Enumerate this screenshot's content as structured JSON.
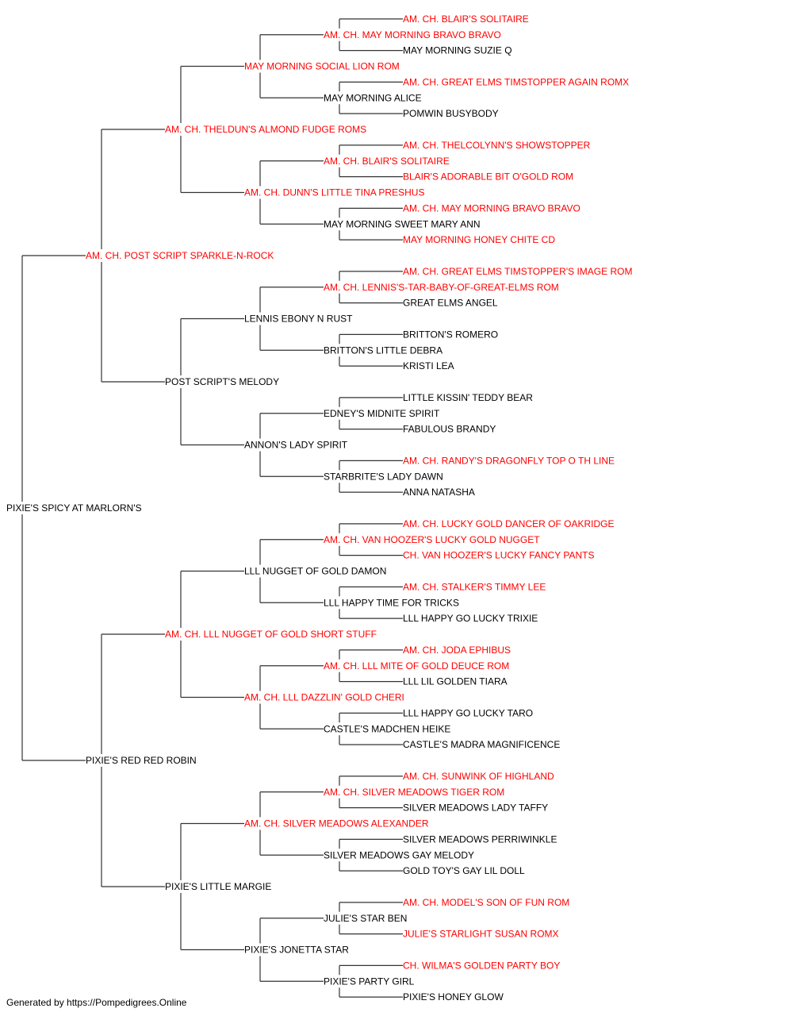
{
  "colors": {
    "champion": "#ff0000",
    "normal": "#000000",
    "line": "#333333"
  },
  "footer": "Generated by https://Pompedigrees.Online",
  "pedigree": {
    "name": "PIXIE'S SPICY AT MARLORN'S",
    "champ": false,
    "sire": {
      "name": "AM. CH. POST SCRIPT SPARKLE-N-ROCK",
      "champ": true,
      "sire": {
        "name": "AM. CH. THELDUN'S ALMOND FUDGE ROMS",
        "champ": true,
        "sire": {
          "name": "MAY MORNING SOCIAL LION ROM",
          "champ": true,
          "sire": {
            "name": "AM. CH. MAY MORNING BRAVO BRAVO",
            "champ": true,
            "sire": {
              "name": "AM. CH. BLAIR'S SOLITAIRE",
              "champ": true
            },
            "dam": {
              "name": "MAY MORNING SUZIE Q",
              "champ": false
            }
          },
          "dam": {
            "name": "MAY MORNING ALICE",
            "champ": false,
            "sire": {
              "name": "AM. CH. GREAT ELMS TIMSTOPPER AGAIN ROMX",
              "champ": true
            },
            "dam": {
              "name": "POMWIN BUSYBODY",
              "champ": false
            }
          }
        },
        "dam": {
          "name": "AM. CH. DUNN'S LITTLE TINA PRESHUS",
          "champ": true,
          "sire": {
            "name": "AM. CH. BLAIR'S SOLITAIRE",
            "champ": true,
            "sire": {
              "name": "AM. CH. THELCOLYNN'S SHOWSTOPPER",
              "champ": true
            },
            "dam": {
              "name": "BLAIR'S ADORABLE BIT O'GOLD ROM",
              "champ": true
            }
          },
          "dam": {
            "name": "MAY MORNING SWEET MARY ANN",
            "champ": false,
            "sire": {
              "name": "AM. CH. MAY MORNING BRAVO BRAVO",
              "champ": true
            },
            "dam": {
              "name": "MAY MORNING HONEY CHITE CD",
              "champ": true
            }
          }
        }
      },
      "dam": {
        "name": "POST SCRIPT'S MELODY",
        "champ": false,
        "sire": {
          "name": "LENNIS EBONY N RUST",
          "champ": false,
          "sire": {
            "name": "AM. CH. LENNIS'S-TAR-BABY-OF-GREAT-ELMS ROM",
            "champ": true,
            "sire": {
              "name": "AM. CH. GREAT ELMS TIMSTOPPER'S IMAGE ROM",
              "champ": true
            },
            "dam": {
              "name": "GREAT ELMS ANGEL",
              "champ": false
            }
          },
          "dam": {
            "name": "BRITTON'S LITTLE DEBRA",
            "champ": false,
            "sire": {
              "name": "BRITTON'S ROMERO",
              "champ": false
            },
            "dam": {
              "name": "KRISTI LEA",
              "champ": false
            }
          }
        },
        "dam": {
          "name": "ANNON'S LADY SPIRIT",
          "champ": false,
          "sire": {
            "name": "EDNEY'S MIDNITE SPIRIT",
            "champ": false,
            "sire": {
              "name": "LITTLE KISSIN' TEDDY BEAR",
              "champ": false
            },
            "dam": {
              "name": "FABULOUS BRANDY",
              "champ": false
            }
          },
          "dam": {
            "name": "STARBRITE'S LADY DAWN",
            "champ": false,
            "sire": {
              "name": "AM. CH. RANDY'S DRAGONFLY TOP O TH LINE",
              "champ": true
            },
            "dam": {
              "name": "ANNA NATASHA",
              "champ": false
            }
          }
        }
      }
    },
    "dam": {
      "name": "PIXIE'S RED RED ROBIN",
      "champ": false,
      "sire": {
        "name": "AM. CH. LLL NUGGET OF GOLD SHORT STUFF",
        "champ": true,
        "sire": {
          "name": "LLL NUGGET OF GOLD DAMON",
          "champ": false,
          "sire": {
            "name": "AM. CH. VAN HOOZER'S LUCKY GOLD NUGGET",
            "champ": true,
            "sire": {
              "name": "AM. CH. LUCKY GOLD DANCER OF OAKRIDGE",
              "champ": true
            },
            "dam": {
              "name": "CH. VAN HOOZER'S LUCKY FANCY PANTS",
              "champ": true
            }
          },
          "dam": {
            "name": "LLL HAPPY TIME FOR TRICKS",
            "champ": false,
            "sire": {
              "name": "AM. CH. STALKER'S TIMMY LEE",
              "champ": true
            },
            "dam": {
              "name": "LLL HAPPY GO LUCKY TRIXIE",
              "champ": false
            }
          }
        },
        "dam": {
          "name": "AM. CH. LLL DAZZLIN' GOLD CHERI",
          "champ": true,
          "sire": {
            "name": "AM. CH. LLL MITE OF GOLD DEUCE ROM",
            "champ": true,
            "sire": {
              "name": "AM. CH. JODA EPHIBUS",
              "champ": true
            },
            "dam": {
              "name": "LLL LIL GOLDEN TIARA",
              "champ": false
            }
          },
          "dam": {
            "name": "CASTLE'S MADCHEN HEIKE",
            "champ": false,
            "sire": {
              "name": "LLL HAPPY GO LUCKY TARO",
              "champ": false
            },
            "dam": {
              "name": "CASTLE'S MADRA MAGNIFICENCE",
              "champ": false
            }
          }
        }
      },
      "dam": {
        "name": "PIXIE'S LITTLE MARGIE",
        "champ": false,
        "sire": {
          "name": "AM. CH. SILVER MEADOWS ALEXANDER",
          "champ": true,
          "sire": {
            "name": "AM. CH. SILVER MEADOWS TIGER ROM",
            "champ": true,
            "sire": {
              "name": "AM. CH. SUNWINK OF HIGHLAND",
              "champ": true
            },
            "dam": {
              "name": "SILVER MEADOWS LADY TAFFY",
              "champ": false
            }
          },
          "dam": {
            "name": "SILVER MEADOWS GAY MELODY",
            "champ": false,
            "sire": {
              "name": "SILVER MEADOWS PERRIWINKLE",
              "champ": false
            },
            "dam": {
              "name": "GOLD TOY'S GAY LIL DOLL",
              "champ": false
            }
          }
        },
        "dam": {
          "name": "PIXIE'S JONETTA STAR",
          "champ": false,
          "sire": {
            "name": "JULIE'S STAR BEN",
            "champ": false,
            "sire": {
              "name": "AM. CH. MODEL'S SON OF FUN ROM",
              "champ": true
            },
            "dam": {
              "name": "JULIE'S STARLIGHT SUSAN ROMX",
              "champ": true
            }
          },
          "dam": {
            "name": "PIXIE'S PARTY GIRL",
            "champ": false,
            "sire": {
              "name": "CH. WILMA'S GOLDEN PARTY BOY",
              "champ": true
            },
            "dam": {
              "name": "PIXIE'S HONEY GLOW",
              "champ": false
            }
          }
        }
      }
    }
  }
}
